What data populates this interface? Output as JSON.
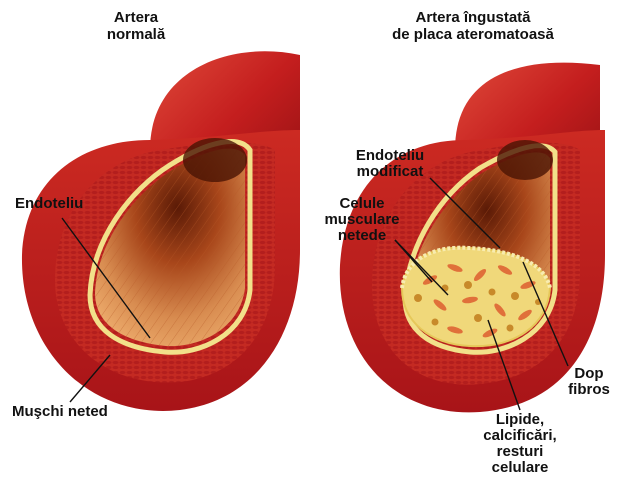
{
  "titles": {
    "normal": [
      "Artera",
      "normală"
    ],
    "narrowed": [
      "Artera îngustată",
      "de placa ateromatoasă"
    ]
  },
  "labels": {
    "endoteliu": "Endoteliu",
    "muschi_neted": "Muşchi neted",
    "endoteliu_modificat": [
      "Endoteliu",
      "modificat"
    ],
    "celule_musculare": [
      "Celule",
      "musculare",
      "netede"
    ],
    "dop_fibros": [
      "Dop",
      "fibros"
    ],
    "lipide": [
      "Lipide,",
      "calcificări,",
      "resturi",
      "celulare"
    ]
  },
  "colors": {
    "outer_wall": "#b8191c",
    "muscle_band": "#c42a22",
    "endothelium": "#f2e08a",
    "lumen": "#b04a14",
    "plaque": "#f0d87a",
    "plaque_fat": "#d9a84a"
  }
}
